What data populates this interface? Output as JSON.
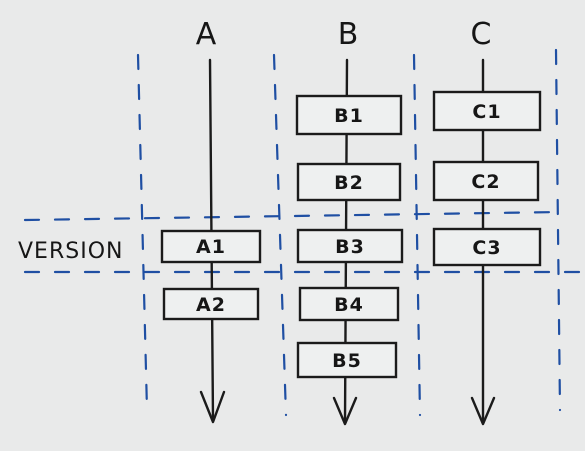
{
  "diagram": {
    "columns": [
      {
        "id": "A",
        "label": "A",
        "boxes": [
          "A1",
          "A2"
        ]
      },
      {
        "id": "B",
        "label": "B",
        "boxes": [
          "B1",
          "B2",
          "B3",
          "B4",
          "B5"
        ]
      },
      {
        "id": "C",
        "label": "C",
        "boxes": [
          "C1",
          "C2",
          "C3"
        ]
      }
    ],
    "row_label": "VERSION",
    "colors": {
      "ink": "#1b1b1b",
      "dashed_lines": "#1f4fa3",
      "background": "#e9eaea"
    }
  }
}
